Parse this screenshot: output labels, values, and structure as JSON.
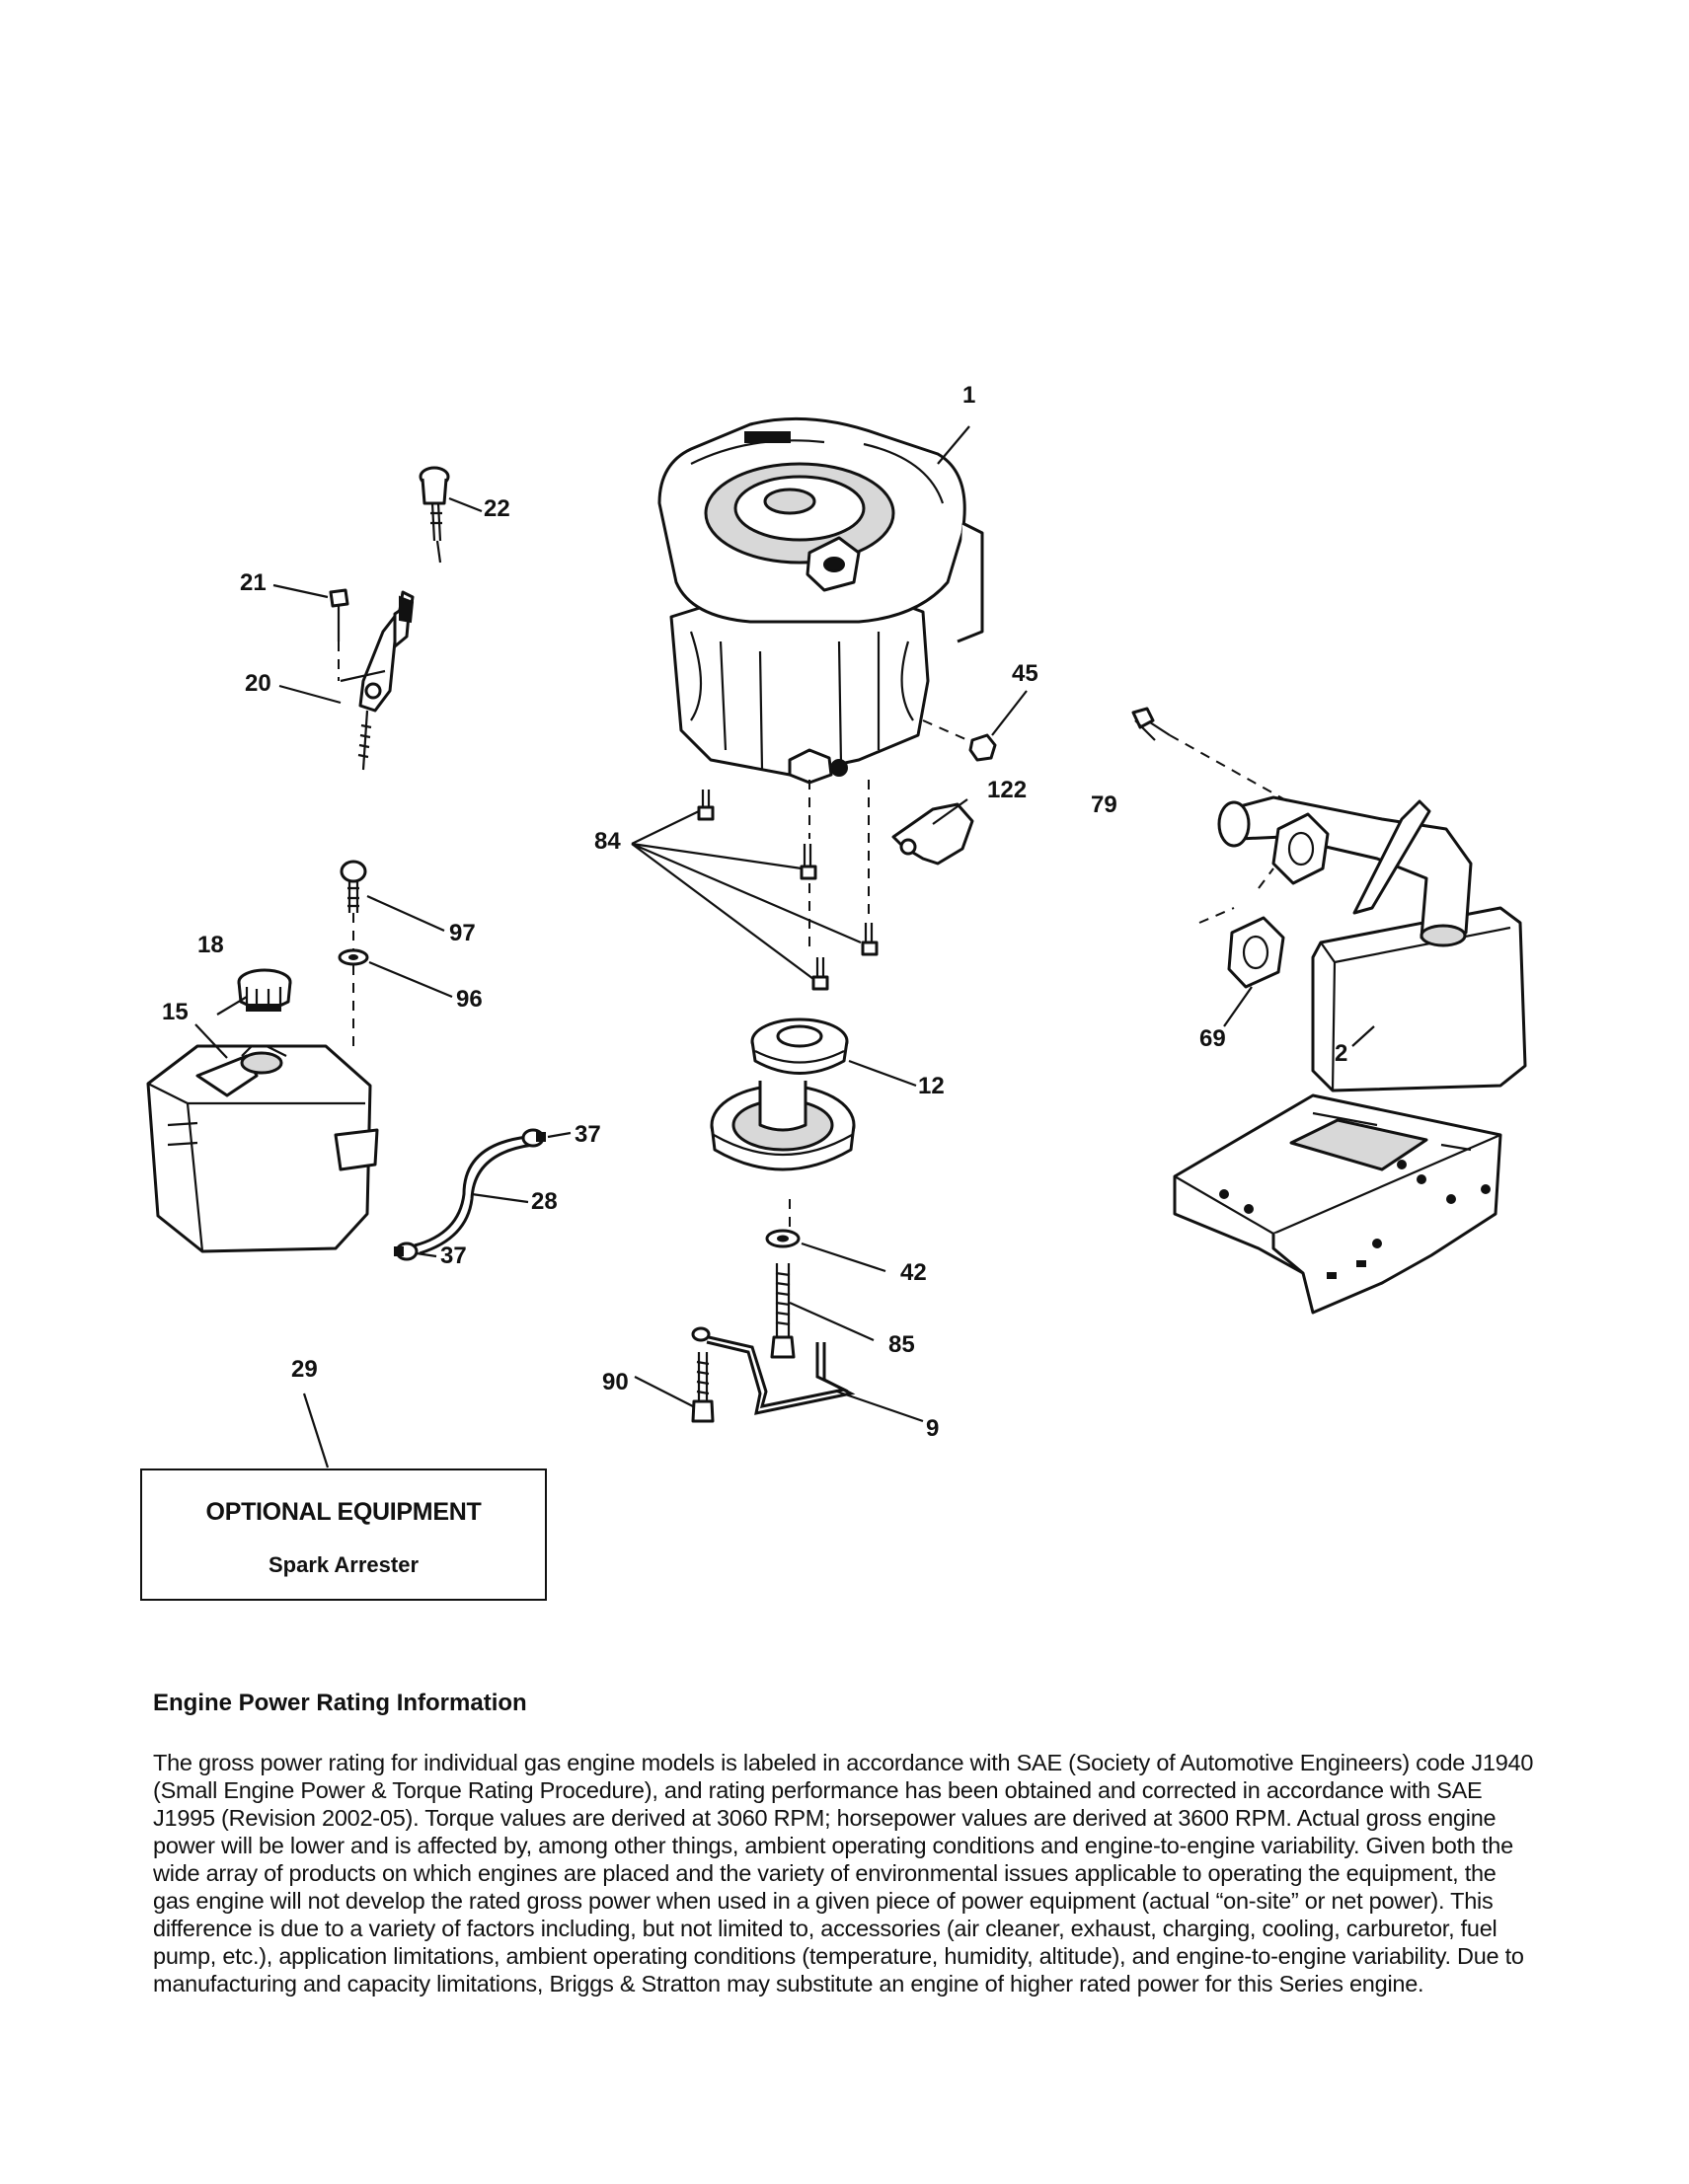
{
  "callouts": {
    "c1": "1",
    "c2": "2",
    "c9": "9",
    "c12": "12",
    "c15": "15",
    "c18": "18",
    "c20": "20",
    "c21": "21",
    "c22": "22",
    "c28": "28",
    "c29": "29",
    "c37a": "37",
    "c37b": "37",
    "c42": "42",
    "c45": "45",
    "c69": "69",
    "c79": "79",
    "c84": "84",
    "c85": "85",
    "c90": "90",
    "c96": "96",
    "c97": "97",
    "c122": "122"
  },
  "optional_equipment": {
    "title": "OPTIONAL EQUIPMENT",
    "item": "Spark Arrester"
  },
  "rating_info": {
    "heading": "Engine Power Rating Information",
    "body": "The gross power rating for individual gas engine models is labeled in accordance with SAE (Society of Automotive Engineers) code J1940 (Small Engine Power & Torque Rating Procedure), and rating performance has been obtained and corrected in accordance with SAE J1995 (Revision 2002-05). Torque values are derived at 3060 RPM; horsepower values are derived at 3600 RPM. Actual gross engine power will be lower and is affected by, among other things, ambient operating conditions and engine-to-engine variability. Given both the wide array of products on which engines are placed and the variety of environmental issues applicable to operating the equipment, the gas engine will not develop the rated gross power when used in a given piece of power equipment (actual “on-site” or net power). This difference is due to a variety of factors including, but not limited to, accessories (air cleaner, exhaust, charging, cooling, carburetor, fuel pump, etc.), application limitations, ambient operating conditions (temperature, humidity, altitude), and engine-to-engine variability. Due to manufacturing and capacity limitations, Briggs & Stratton may substitute an engine of higher rated power for this Series engine."
  }
}
